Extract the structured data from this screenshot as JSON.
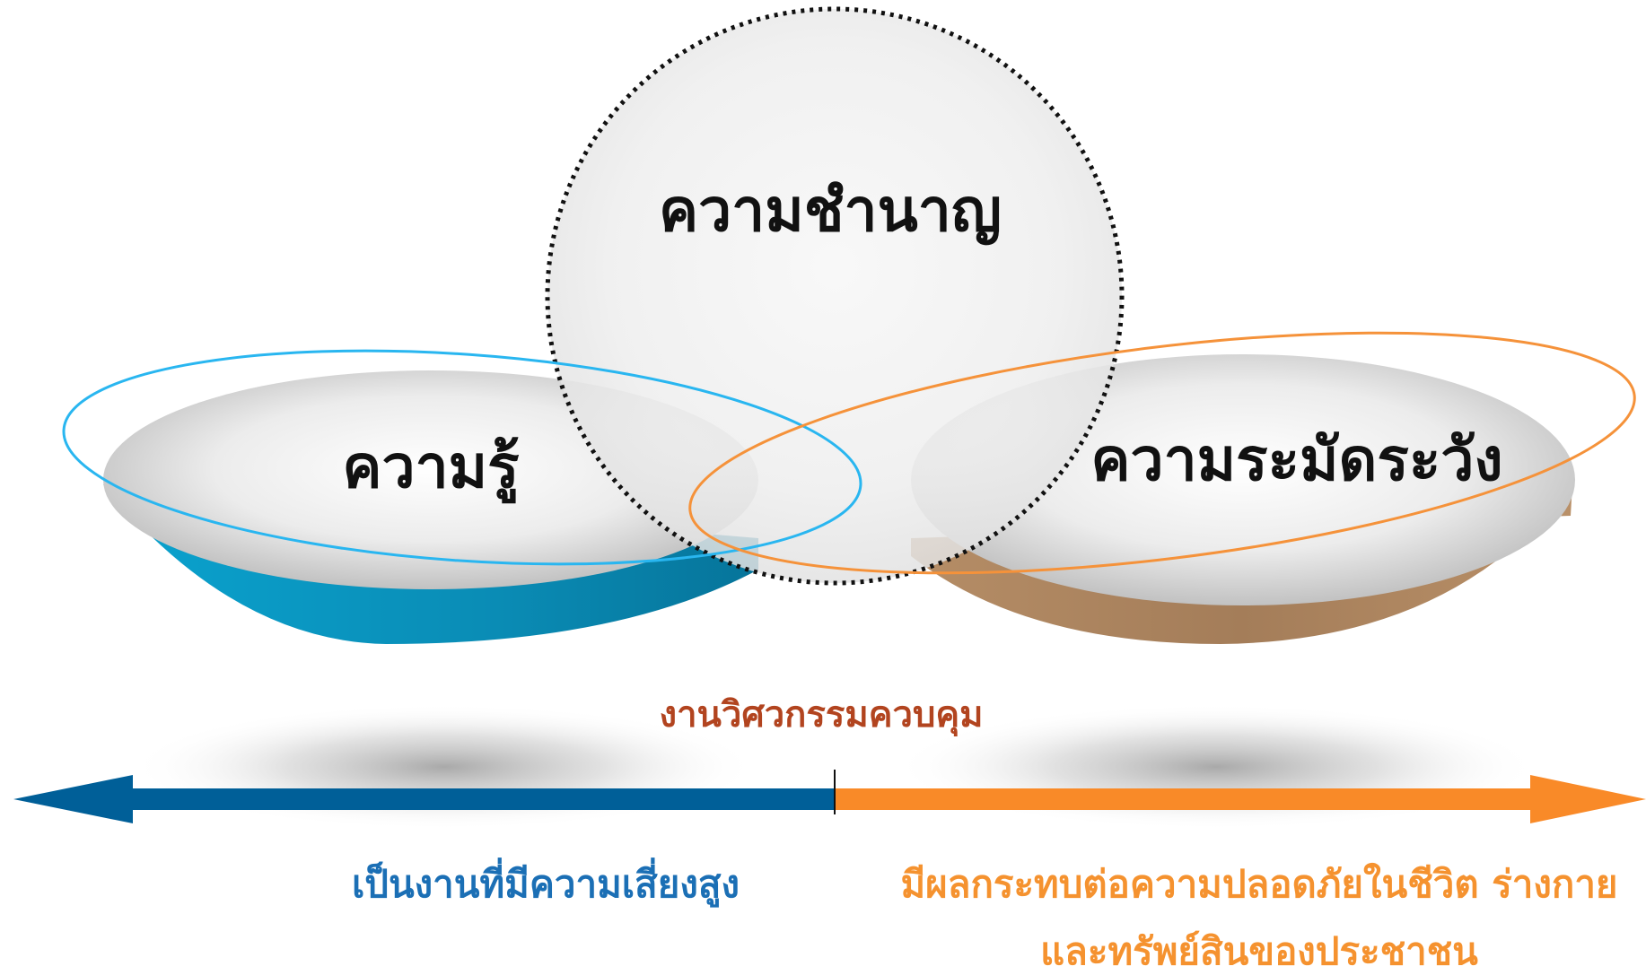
{
  "diagram": {
    "center_circle_label": "ความชำนาญ",
    "left_dish_label": "ความรู้",
    "right_dish_label": "ความระมัดระวัง",
    "axis_title": "งานวิศวกรรมควบคุม",
    "left_caption": "เป็นงานที่มีความเสี่ยงสูง",
    "right_caption_line1": "มีผลกระทบต่อความปลอดภัยในชีวิต ร่างกาย",
    "right_caption_line2": "และทรัพย์สินของประชาชน"
  },
  "colors": {
    "left_dish_side": "#0a8fb8",
    "right_dish_side": "#a5805d",
    "left_ring": "#29b6f0",
    "right_ring": "#f5923a",
    "left_arrow": "#005f98",
    "right_arrow": "#f98a28",
    "axis_title": "#b2441f",
    "left_caption": "#1b6fb5",
    "right_caption": "#f5922f",
    "main_text": "#111111"
  }
}
